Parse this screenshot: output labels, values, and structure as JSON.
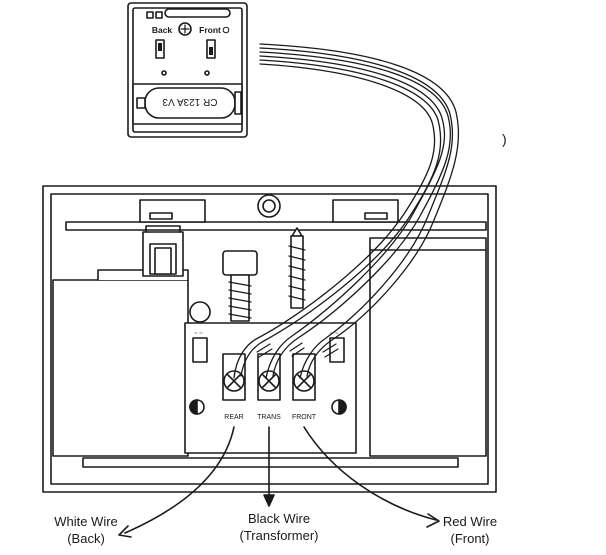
{
  "module": {
    "switch_back_label": "Back",
    "switch_front_label": "Front",
    "battery_label": "CR 123A V3"
  },
  "terminals": [
    {
      "label": "REAR"
    },
    {
      "label": "TRANS"
    },
    {
      "label": "FRONT"
    }
  ],
  "callouts": {
    "white": {
      "name": "White Wire",
      "sub": "(Back)"
    },
    "black": {
      "name": "Black Wire",
      "sub": "(Transformer)"
    },
    "red": {
      "name": "Red Wire",
      "sub": "(Front)"
    }
  },
  "stray_mark": ")",
  "colors": {
    "line": "#1a1a1a",
    "fill": "#ffffff",
    "shade": "#e6e6e6"
  }
}
